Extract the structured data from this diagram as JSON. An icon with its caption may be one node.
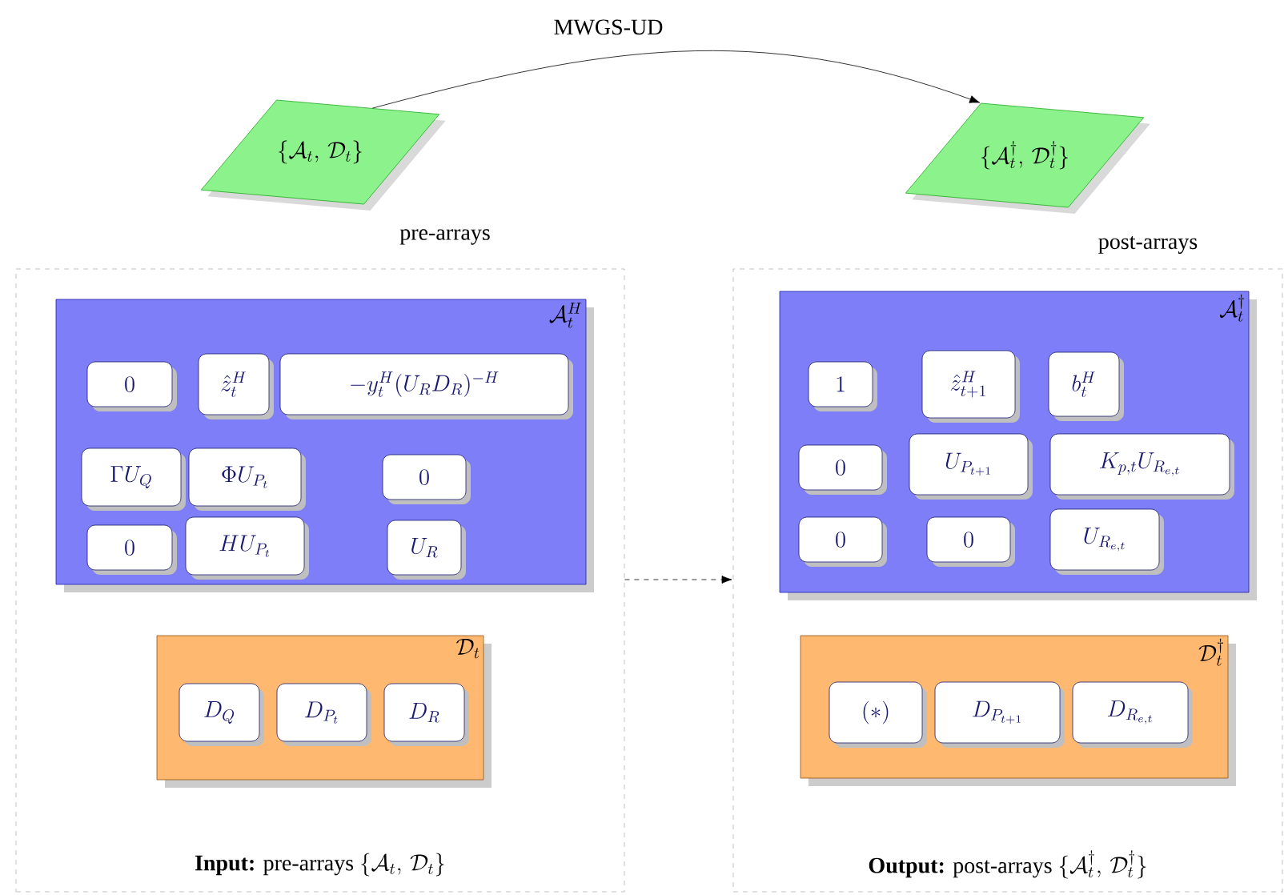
{
  "diagram": {
    "nodes": [
      {
        "text": [
          "\\{\\mathcal{A}_t,\\, \\mathcal{D}_t\\}"
        ],
        "beside": [
          "pre-arrays"
        ]
      },
      {
        "text": [
          "\\{\\mathcal{A}_t^\\dagger,\\, \\mathcal{D}_t^\\dagger\\}"
        ],
        "beside": [
          "post-arrays"
        ]
      },
      {
        "text": [
          "**Input:** pre-arrays",
          "\\{\\mathcal{A}_t,\\, \\mathcal{D}_t\\}"
        ]
      },
      {
        "text": [
          "\\mathcal{A}_t^H"
        ],
        "in": 2
      },
      {
        "text": [
          "0"
        ],
        "in": 3
      },
      {
        "text": [
          "\\hat{z}_t^H"
        ],
        "in": 3
      },
      {
        "text": [
          "-y_t^H(U_R D_R)^{-H}"
        ],
        "in": 3
      },
      {
        "text": [
          "\\Gamma U_Q"
        ],
        "in": 3
      },
      {
        "text": [
          "\\Phi U_{P_t}"
        ],
        "in": 3
      },
      {
        "text": [
          "0"
        ],
        "in": 3
      },
      {
        "text": [
          "0"
        ],
        "in": 3
      },
      {
        "text": [
          "H U_{P_t}"
        ],
        "in": 3
      },
      {
        "text": [
          "U_R"
        ],
        "in": 3
      },
      {
        "text": [
          "\\mathcal{D}_t"
        ],
        "in": 2
      },
      {
        "text": [
          "D_Q"
        ],
        "in": 13
      },
      {
        "text": [
          "D_{P_t}"
        ],
        "in": 13
      },
      {
        "text": [
          "D_R"
        ],
        "in": 13
      },
      {
        "text": [
          "**Output:** post-arrays",
          "\\{\\mathcal{A}_t^\\dagger,\\, \\mathcal{D}_t^\\dagger\\}"
        ]
      },
      {
        "text": [
          "\\mathcal{A}_t^\\dagger"
        ],
        "in": 17
      },
      {
        "text": [
          "1"
        ],
        "in": 18
      },
      {
        "text": [
          "\\hat{z}_{t+1}^H"
        ],
        "in": 18
      },
      {
        "text": [
          "b_t^H"
        ],
        "in": 18
      },
      {
        "text": [
          "0"
        ],
        "in": 18
      },
      {
        "text": [
          "U_{P_{t+1}}"
        ],
        "in": 18
      },
      {
        "text": [
          "K_{p,t}U_{R_{e,t}}"
        ],
        "in": 18
      },
      {
        "text": [
          "0"
        ],
        "in": 18
      },
      {
        "text": [
          "0"
        ],
        "in": 18
      },
      {
        "text": [
          "U_{R_{e,t}}"
        ],
        "in": 18
      },
      {
        "text": [
          "\\mathcal{D}_t^\\dagger"
        ],
        "in": 17
      },
      {
        "text": [
          "(*)"
        ],
        "in": 28
      },
      {
        "text": [
          "D_{P_{t+1}}"
        ],
        "in": 28
      },
      {
        "text": [
          "D_{R_{e,t}}"
        ],
        "in": 28
      }
    ],
    "edges": [
      {
        "from": 0,
        "to": 1,
        "arrow": "to",
        "label": "MWGS-UD"
      },
      {
        "from": 2,
        "to": 17,
        "arrow": "to",
        "style": "dashed"
      }
    ]
  }
}
